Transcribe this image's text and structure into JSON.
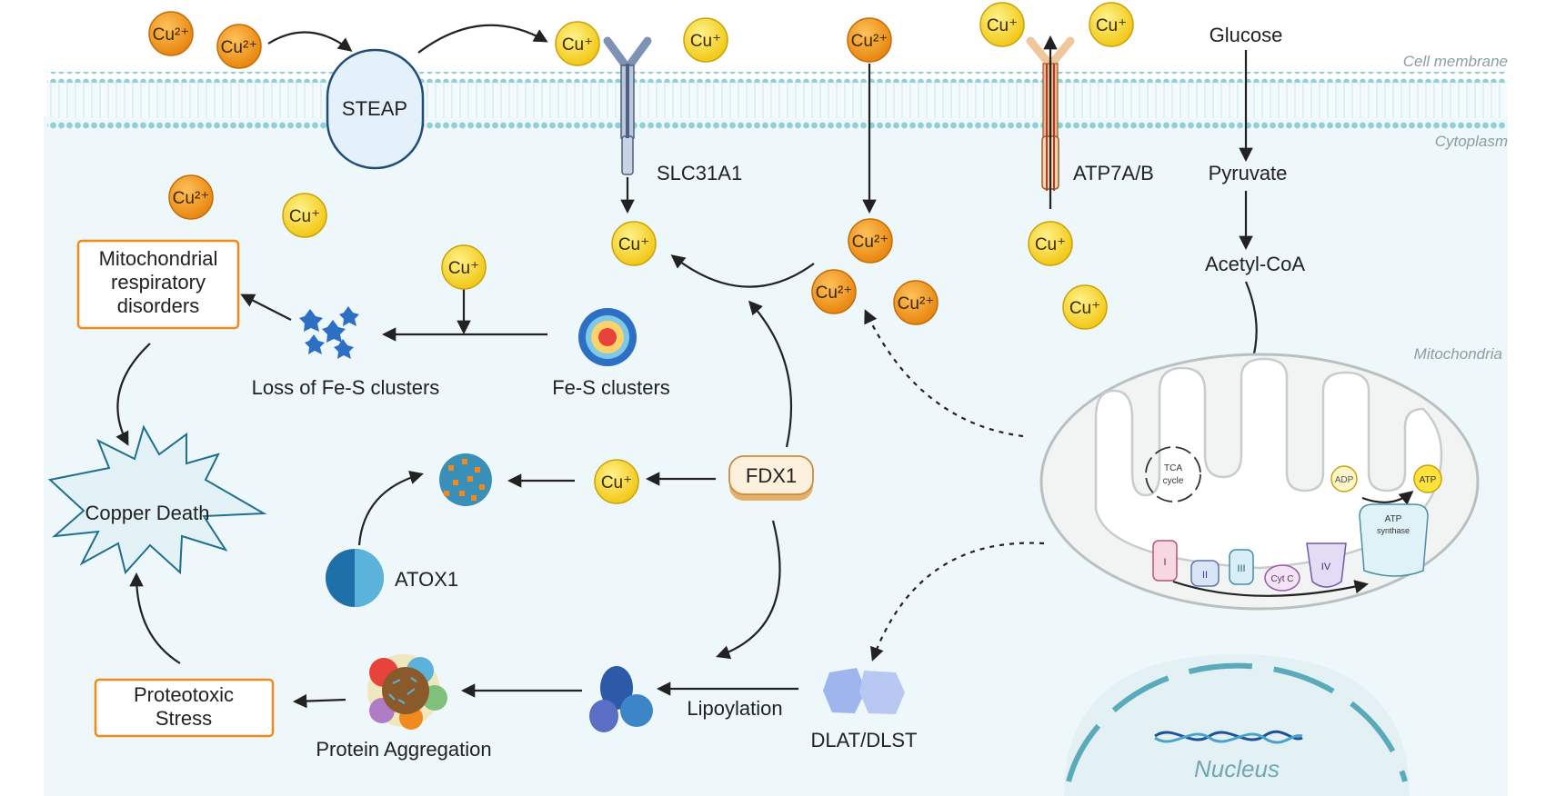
{
  "regions": {
    "cell_membrane": "Cell membrane",
    "cytoplasm": "Cytoplasm",
    "mitochondria": "Mitochondria",
    "nucleus": "Nucleus"
  },
  "proteins": {
    "steap": "STEAP",
    "slc31a1": "SLC31A1",
    "atp7ab": "ATP7A/B",
    "fdx1": "FDX1",
    "atox1": "ATOX1",
    "dlat_dlst": "DLAT/DLST"
  },
  "ions": {
    "cu2": "Cu²⁺",
    "cu1": "Cu⁺"
  },
  "metabolism": {
    "glucose": "Glucose",
    "pyruvate": "Pyruvate",
    "acetyl_coa": "Acetyl-CoA"
  },
  "processes": {
    "fe_s_clusters": "Fe-S clusters",
    "loss_fe_s": "Loss of Fe-S clusters",
    "lipoylation": "Lipoylation",
    "protein_aggregation": "Protein Aggregation"
  },
  "outcomes": {
    "mito_disorders": [
      "Mitochondrial",
      "respiratory",
      "disorders"
    ],
    "proteotoxic": [
      "Proteotoxic",
      "Stress"
    ],
    "copper_death": "Copper Death"
  },
  "mito_parts": {
    "tca": [
      "TCA",
      "cycle"
    ],
    "adp": "ADP",
    "atp": "ATP",
    "atp_synthase": [
      "ATP",
      "synthase"
    ],
    "complex_i": "I",
    "complex_ii": "II",
    "complex_iii": "III",
    "cytc": "Cyt C",
    "complex_iv": "IV"
  },
  "colors": {
    "cu2": "#f39a1f",
    "cu1": "#f7d21c",
    "orange_box": "#f08a1c",
    "cytoplasm": "#eef7f9",
    "membrane": "#7fc9d1"
  }
}
